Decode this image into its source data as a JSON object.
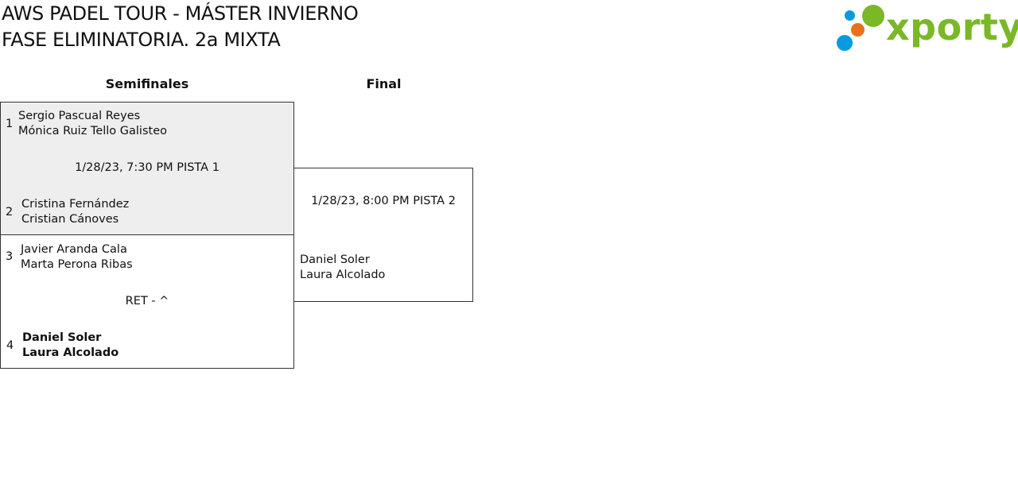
{
  "header": {
    "title_line1": "AWS PADEL TOUR - MÁSTER INVIERNO",
    "title_line2": "FASE ELIMINATORIA. 2a MIXTA"
  },
  "logo": {
    "text": "xporty",
    "colors": {
      "green": "#7ab828",
      "blue": "#0a9ae0",
      "orange": "#e9711c"
    }
  },
  "rounds": {
    "semis_label": "Semifinales",
    "final_label": "Final"
  },
  "semifinal_1": {
    "team_a": {
      "seed": "1",
      "player1": "Sergio Pascual Reyes",
      "player2": "Mónica Ruiz Tello Galisteo"
    },
    "info": "1/28/23, 7:30 PM PISTA 1",
    "team_b": {
      "seed": "2",
      "player1": "Cristina Fernández",
      "player2": "Cristian Cánoves"
    }
  },
  "semifinal_2": {
    "team_a": {
      "seed": "3",
      "player1": "Javier Aranda Cala",
      "player2": "Marta Perona Ribas"
    },
    "info": "RET - ^",
    "team_b": {
      "seed": "4",
      "player1": "Daniel Soler",
      "player2": "Laura Alcolado"
    }
  },
  "final": {
    "info": "1/28/23, 8:00 PM PISTA 2",
    "team_b": {
      "player1": "Daniel Soler",
      "player2": "Laura Alcolado"
    }
  }
}
